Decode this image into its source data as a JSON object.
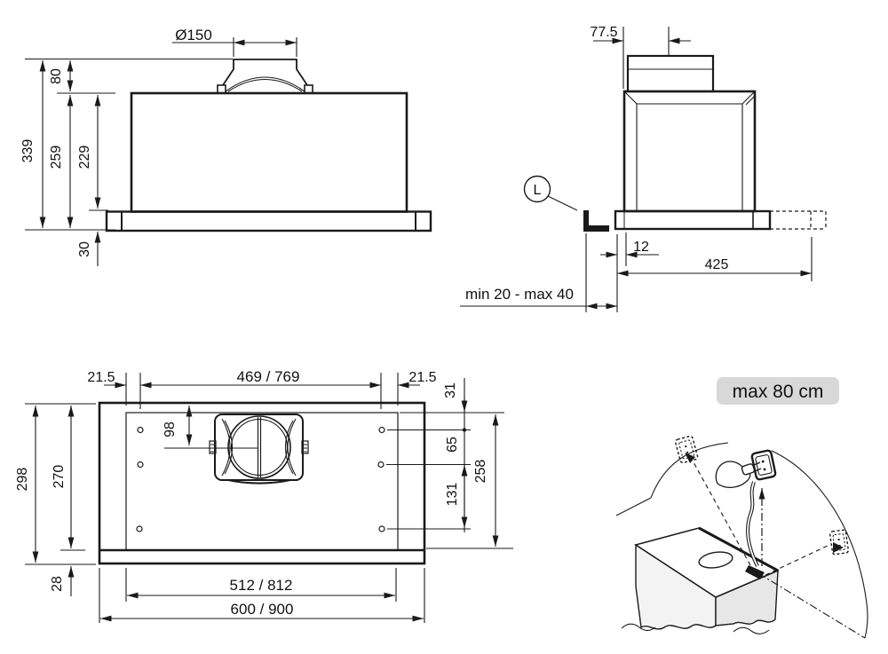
{
  "figure": {
    "front_view": {
      "duct_diameter": "Ø150",
      "height_total": "339",
      "duct_height": "80",
      "body_height": "259",
      "inner_height": "229",
      "bottom_flange_height": "30"
    },
    "side_view": {
      "duct_center_offset": "77.5",
      "bracket_label": "L",
      "flange_offset": "12",
      "body_depth": "425",
      "clearance": "min 20 - max 40"
    },
    "top_view": {
      "edge_to_hole_left": "21.5",
      "hole_span_width": "469 / 769",
      "edge_to_hole_right": "21.5",
      "top_to_row1": "31",
      "row1_to_row2": "65",
      "row2_to_row3": "131",
      "rows_total": "258",
      "depth_total": "298",
      "depth_inner": "270",
      "front_strip": "28",
      "duct_center_from_top": "98",
      "inner_width": "512 / 812",
      "total_width": "600 / 900"
    },
    "install_view": {
      "badge": "max 80 cm"
    },
    "colors": {
      "badge_bg": "#d8d8d8",
      "line": "#1a1a1a"
    }
  }
}
